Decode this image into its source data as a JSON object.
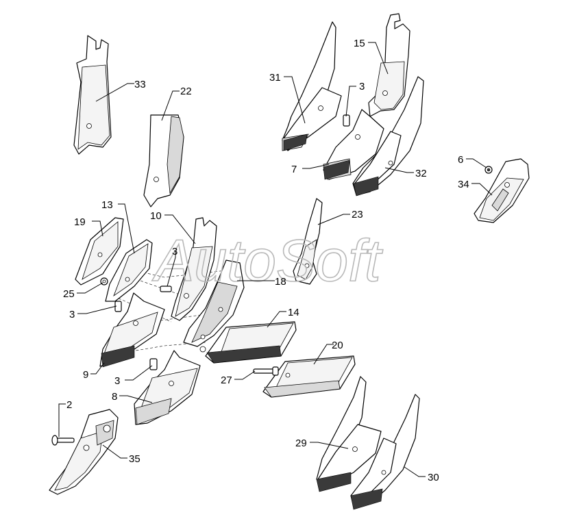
{
  "watermark": "AutoSoft",
  "callouts": {
    "c2": "2",
    "c3a": "3",
    "c3b": "3",
    "c3c": "3",
    "c3d": "3",
    "c6": "6",
    "c7": "7",
    "c8": "8",
    "c9": "9",
    "c10": "10",
    "c13": "13",
    "c14": "14",
    "c15": "15",
    "c18": "18",
    "c19": "19",
    "c20": "20",
    "c22": "22",
    "c23": "23",
    "c25": "25",
    "c27": "27",
    "c29": "29",
    "c30": "30",
    "c31": "31",
    "c32": "32",
    "c33": "33",
    "c34": "34",
    "c35": "35"
  }
}
